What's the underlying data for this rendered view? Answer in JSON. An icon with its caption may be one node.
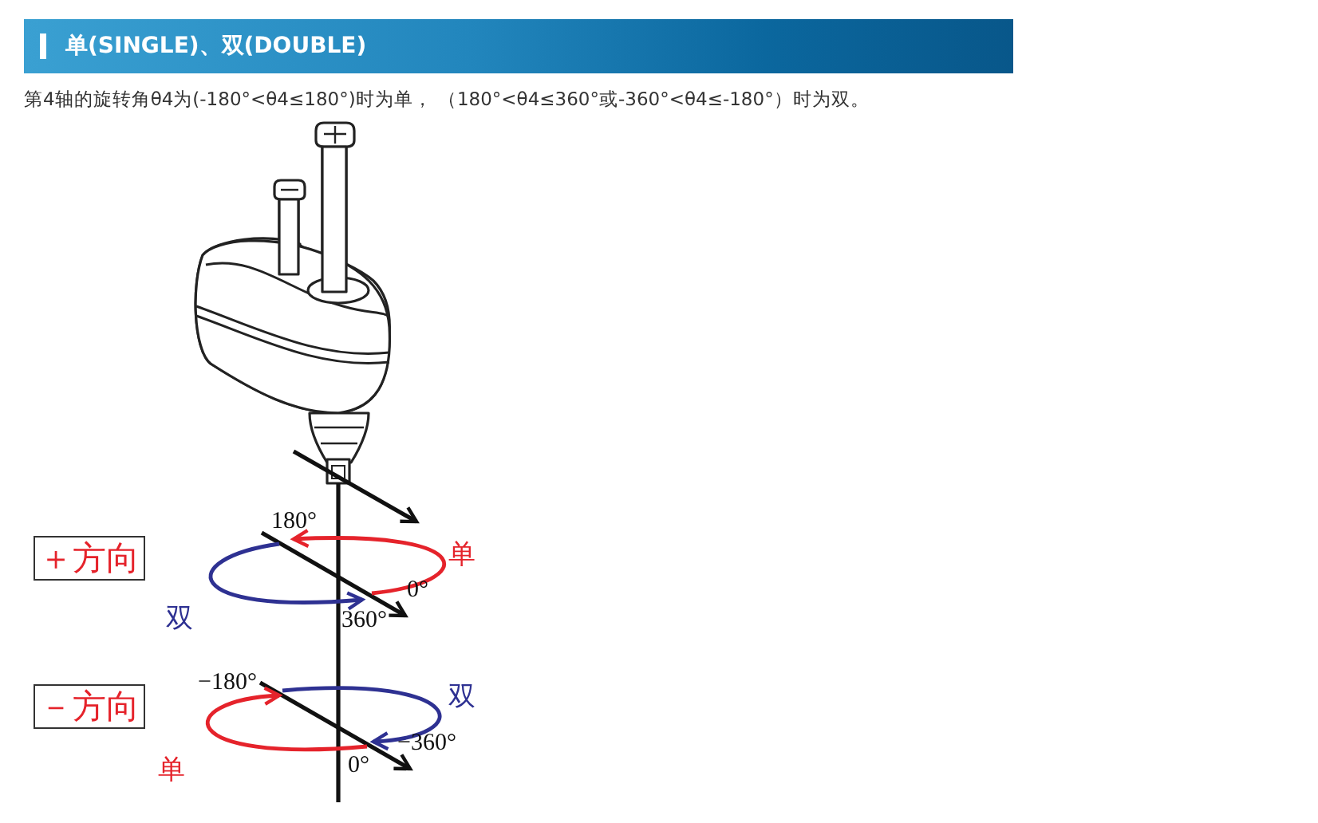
{
  "diagram": {
    "title": "单(SINGLE)、双(DOUBLE)",
    "nodes": [
      {
        "text": [
          "＋方向"
        ]
      },
      {
        "text": [
          "－方向"
        ]
      }
    ],
    "labels": [
      "第4轴的旋转角θ4为(-180°<θ4≤180°)时为单， （180°<θ4≤360°或-360°<θ4≤-180°）时为双。",
      "180°",
      "单",
      "0°",
      "双",
      "360°",
      "−180°",
      "双",
      "−360°",
      "0°",
      "单"
    ]
  }
}
